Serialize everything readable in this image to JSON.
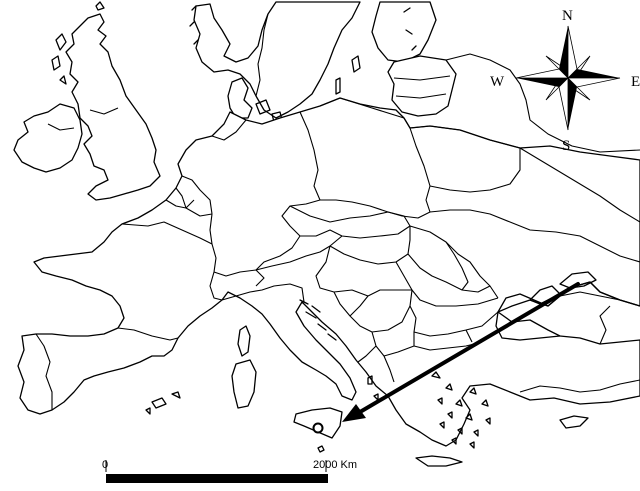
{
  "map": {
    "compass": {
      "north": "N",
      "south": "S",
      "east": "E",
      "west": "W"
    },
    "scale_bar": {
      "start_label": "0",
      "end_label": "2000 Km"
    },
    "marker": {
      "icon": "location-ring-icon"
    },
    "arrow": {
      "icon": "route-arrow-icon"
    }
  }
}
